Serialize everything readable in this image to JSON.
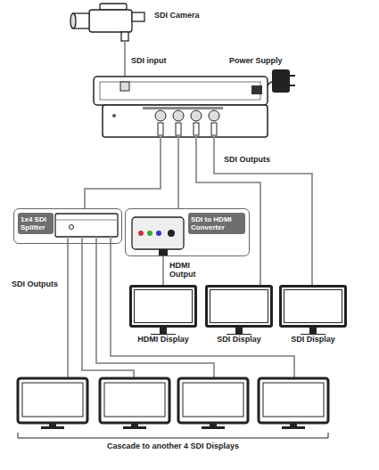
{
  "diagram": {
    "nodes": [
      {
        "text": [
          "1x4 SDI Splitter"
        ]
      },
      {
        "text": [
          "SDI to HDMI Converter"
        ]
      },
      {
        "text": [
          "HDMI Display"
        ]
      },
      {
        "text": [
          "SDI Display"
        ]
      },
      {
        "text": [
          "SDI Display"
        ]
      }
    ],
    "edges": [
      {
        "from": 1,
        "to": 2,
        "arrow": "none",
        "label": "HDMI Output"
      }
    ],
    "labels": [
      "SDI Camera",
      "SDI input",
      "Power Supply",
      "SDI Outputs",
      "SDI Outputs",
      "Cascade to another 4 SDI Displays"
    ]
  }
}
